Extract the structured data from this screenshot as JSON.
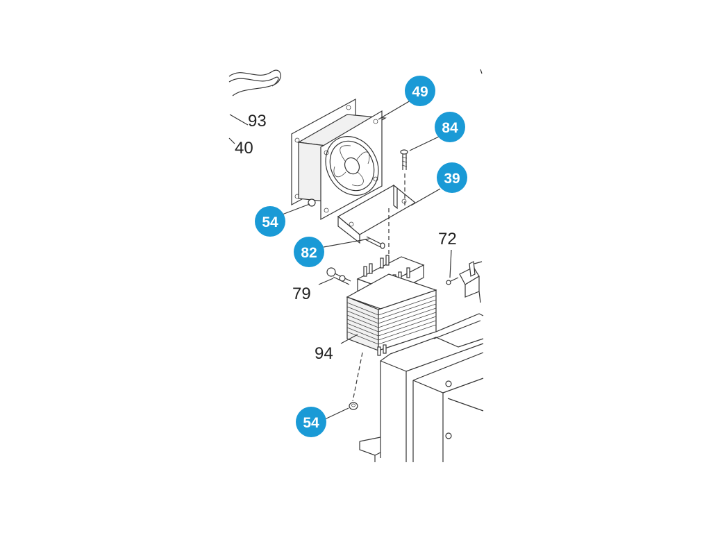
{
  "diagram": {
    "badge_color": "#1a9ad6",
    "badge_text_color": "#ffffff",
    "callouts": [
      {
        "id": "callout-49",
        "label": "49",
        "style": "badge"
      },
      {
        "id": "callout-84",
        "label": "84",
        "style": "badge"
      },
      {
        "id": "callout-39",
        "label": "39",
        "style": "badge"
      },
      {
        "id": "callout-54-upper",
        "label": "54",
        "style": "badge"
      },
      {
        "id": "callout-82",
        "label": "82",
        "style": "badge"
      },
      {
        "id": "callout-54-lower",
        "label": "54",
        "style": "badge"
      },
      {
        "id": "callout-93",
        "label": "93",
        "style": "plain"
      },
      {
        "id": "callout-40",
        "label": "40",
        "style": "plain"
      },
      {
        "id": "callout-72",
        "label": "72",
        "style": "plain"
      },
      {
        "id": "callout-79",
        "label": "79",
        "style": "plain"
      },
      {
        "id": "callout-94",
        "label": "94",
        "style": "plain"
      }
    ]
  }
}
